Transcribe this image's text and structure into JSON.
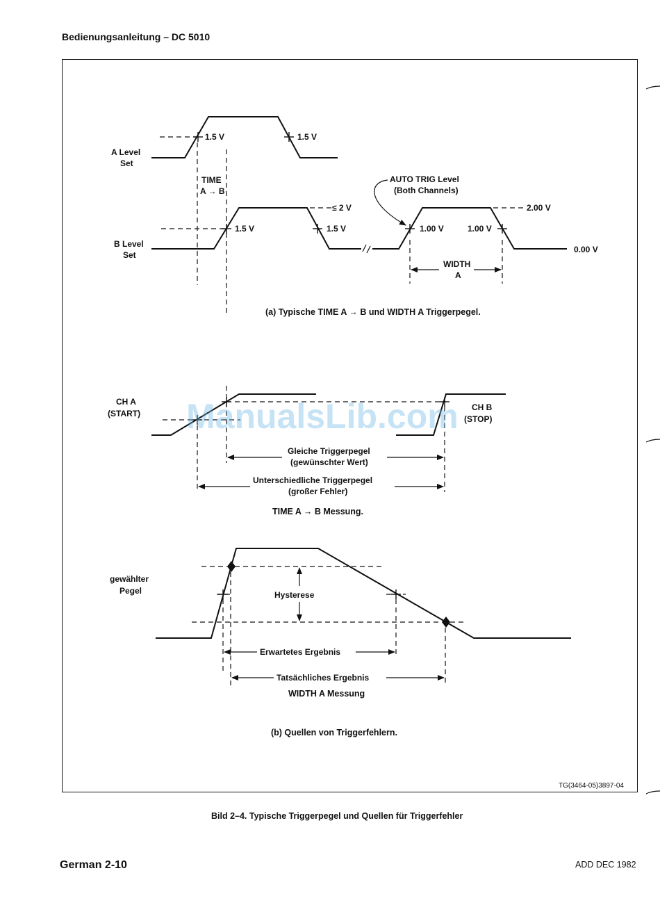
{
  "header": {
    "title": "Bedienungsanleitung – DC 5010"
  },
  "panel_a": {
    "a_level": "A Level",
    "a_set": "Set",
    "b_level": "B Level",
    "b_set": "Set",
    "time_1": "TIME",
    "time_2": "A → B",
    "v15_a_rise": "1.5 V",
    "v15_a_fall": "1.5 V",
    "v15_b_rise": "1.5 V",
    "v15_b_fall": "1.5 V",
    "le2v": "≤ 2 V",
    "auto_trig_1": "AUTO TRIG Level",
    "auto_trig_2": "(Both Channels)",
    "v100_rise": "1.00 V",
    "v100_fall": "1.00 V",
    "v200": "2.00 V",
    "v000": "0.00 V",
    "width_1": "WIDTH",
    "width_2": "A",
    "caption": "(a) Typische TIME A → B und WIDTH A Triggerpegel."
  },
  "panel_time": {
    "ch_a_1": "CH A",
    "ch_a_2": "(START)",
    "ch_b_1": "CH B",
    "ch_b_2": "(STOP)",
    "equal_1": "Gleiche Triggerpegel",
    "equal_2": "(gewünschter Wert)",
    "diff_1": "Unterschiedliche Triggerpegel",
    "diff_2": "(großer Fehler)",
    "caption": "TIME A → B Messung."
  },
  "panel_b": {
    "sel_1": "gewählter",
    "sel_2": "Pegel",
    "hyst": "Hysterese",
    "expected": "Erwartetes Ergebnis",
    "actual": "Tatsächliches Ergebnis",
    "width_caption": "WIDTH A Messung",
    "caption": "(b) Quellen von Triggerfehlern."
  },
  "reference": "TG(3464-05)3897-04",
  "figure_caption": "Bild 2–4. Typische Triggerpegel und Quellen für Triggerfehler",
  "footer": {
    "left": "German 2-10",
    "right": "ADD DEC 1982"
  },
  "watermark": "ManualsLib.com"
}
